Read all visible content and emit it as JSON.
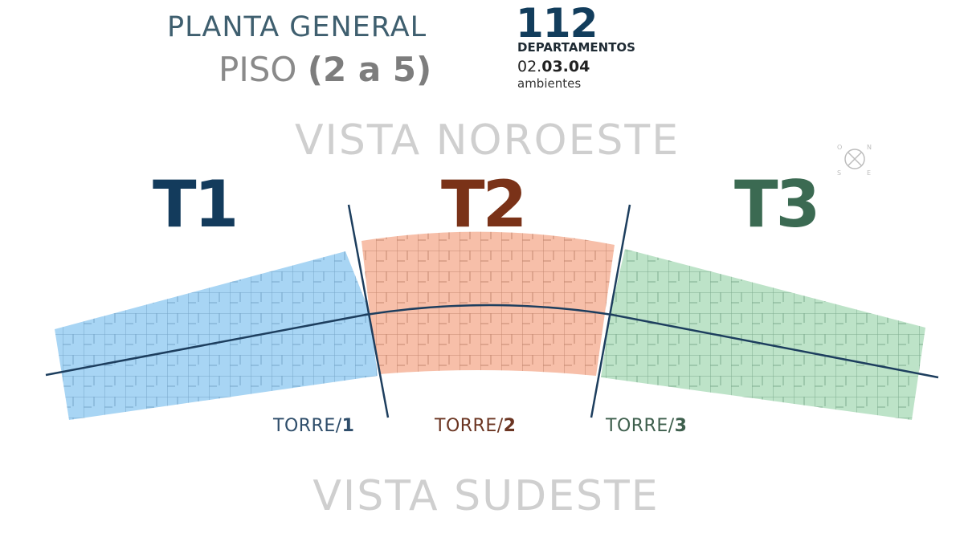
{
  "header": {
    "title": "PLANTA GENERAL",
    "subtitle_prefix": "PISO",
    "subtitle_range": "(2 a 5)"
  },
  "summary": {
    "count": "112",
    "count_label": "DEPARTAMENTOS",
    "amb_prefix": "02.",
    "amb_rest": "03.04",
    "amb_label": "ambientes"
  },
  "views": {
    "top": "VISTA NOROESTE",
    "bottom": "VISTA SUDESTE"
  },
  "towers": [
    {
      "big": "T1",
      "label_prefix": "TORRE/",
      "label_num": "1",
      "color": "#133b5c",
      "fill": "#9fd0f3"
    },
    {
      "big": "T2",
      "label_prefix": "TORRE/",
      "label_num": "2",
      "color": "#7a3218",
      "fill": "#f6b8a0"
    },
    {
      "big": "T3",
      "label_prefix": "TORRE/",
      "label_num": "3",
      "color": "#3b6a52",
      "fill": "#b6e0c2"
    }
  ],
  "compass": {
    "n": "N",
    "s": "S",
    "e": "E",
    "o": "O"
  }
}
